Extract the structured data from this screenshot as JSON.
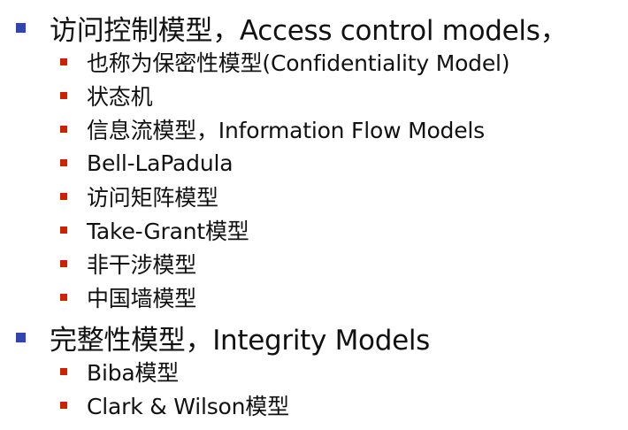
{
  "sections": [
    {
      "heading": "访问控制模型，Access control models，",
      "items": [
        "也称为保密性模型(Confidentiality Model)",
        "状态机",
        "信息流模型，Information Flow Models",
        "Bell-LaPadula",
        "访问矩阵模型",
        "Take-Grant模型",
        "非干涉模型",
        "中国墙模型"
      ]
    },
    {
      "heading": "完整性模型，Integrity Models",
      "items": [
        "Biba模型",
        "Clark & Wilson模型"
      ]
    }
  ],
  "colors": {
    "level1_bullet": "#3344aa",
    "level2_bullet": "#cc2200",
    "text": "#111111",
    "background": "#ffffff"
  }
}
